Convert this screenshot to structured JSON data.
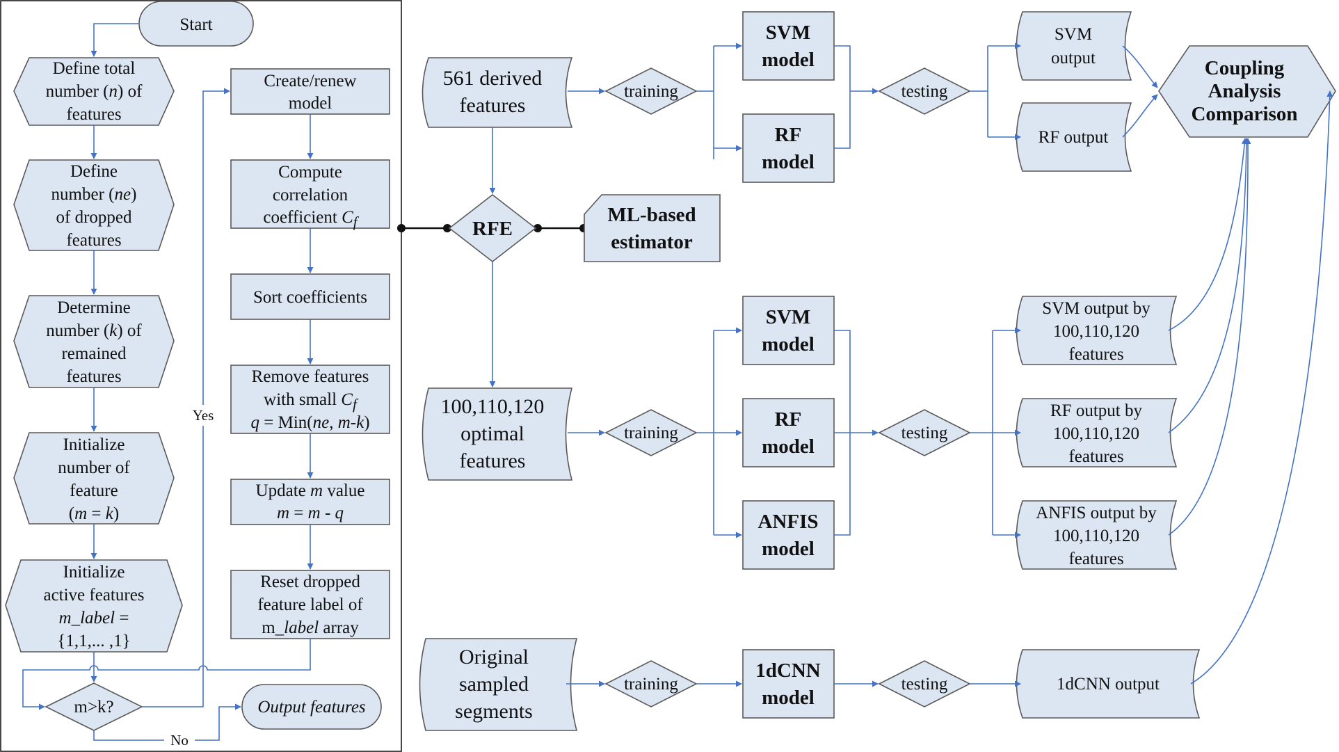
{
  "flow": {
    "start": "Start",
    "define_total": [
      "Define total",
      "number (",
      "n",
      ") of",
      "features"
    ],
    "define_dropped": [
      "Define",
      "number (",
      "ne",
      ")",
      "of dropped",
      "features"
    ],
    "determine_remained": [
      "Determine",
      "number (",
      "k",
      ") of",
      "remained",
      "features"
    ],
    "init_number": [
      "Initialize",
      "number of",
      "feature",
      "(",
      "m",
      " = ",
      "k",
      ")"
    ],
    "init_active": [
      "Initialize",
      "active features",
      "m_label",
      " =",
      "{1,1,... ,1}"
    ],
    "decision": "m>k?",
    "yes_label": "Yes",
    "no_label": "No",
    "output": "Output features",
    "create_model": [
      "Create/renew",
      "model"
    ],
    "compute_corr": [
      "Compute",
      "correlation",
      "coefficient ",
      "C",
      "f"
    ],
    "sort": "Sort coefficients",
    "remove": [
      "Remove features",
      "with small ",
      "C",
      "f",
      "q",
      " = Min(",
      "ne",
      ", ",
      "m-k",
      ")"
    ],
    "update": [
      "Update ",
      "m",
      " value",
      "m",
      " = ",
      "m",
      " - ",
      "q"
    ],
    "reset": [
      "Reset dropped",
      "feature label of",
      "m_",
      "label",
      " array"
    ]
  },
  "pipeline": {
    "derived": [
      "561 derived",
      "features"
    ],
    "rfe": "RFE",
    "estimator": [
      "ML-based",
      "estimator"
    ],
    "optimal": [
      "100,110,120",
      "optimal",
      "features"
    ],
    "segments": [
      "Original",
      "sampled",
      "segments"
    ],
    "training": "training",
    "testing": "testing",
    "svm_model": [
      "SVM",
      "model"
    ],
    "rf_model": [
      "RF",
      "model"
    ],
    "anfis_model": [
      "ANFIS",
      "model"
    ],
    "cnn_model": [
      "1dCNN",
      "model"
    ],
    "svm_output": [
      "SVM",
      "output"
    ],
    "rf_output": "RF output",
    "svm_output_by": [
      "SVM output by",
      "100,110,120",
      "features"
    ],
    "rf_output_by": [
      "RF output by",
      "100,110,120",
      "features"
    ],
    "anfis_output_by": [
      "ANFIS output by",
      "100,110,120",
      "features"
    ],
    "cnn_output": "1dCNN output",
    "coupling": [
      "Coupling",
      "Analysis",
      "Comparison"
    ]
  }
}
